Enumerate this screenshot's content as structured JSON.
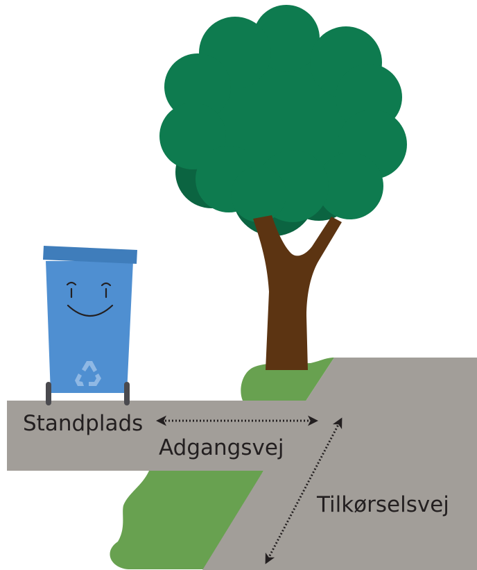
{
  "labels": {
    "standplads": "Standplads",
    "adgangsvej": "Adgangsvej",
    "tilkorselsvej": "Tilkørselsvej"
  },
  "icons": {
    "bin": "recycling-bin-icon",
    "recycle": "recycle-icon",
    "tree": "tree-icon"
  },
  "colors": {
    "road": "#a29e99",
    "grass": "#68a150",
    "foliage": "#0e7b4f",
    "foliage_shadow": "#0b6441",
    "trunk": "#5c3412",
    "bin_body": "#4f8fd1",
    "bin_lid": "#3f7dbb",
    "wheel": "#4a4a4f",
    "arrow": "#231f20",
    "text": "#231f20"
  }
}
